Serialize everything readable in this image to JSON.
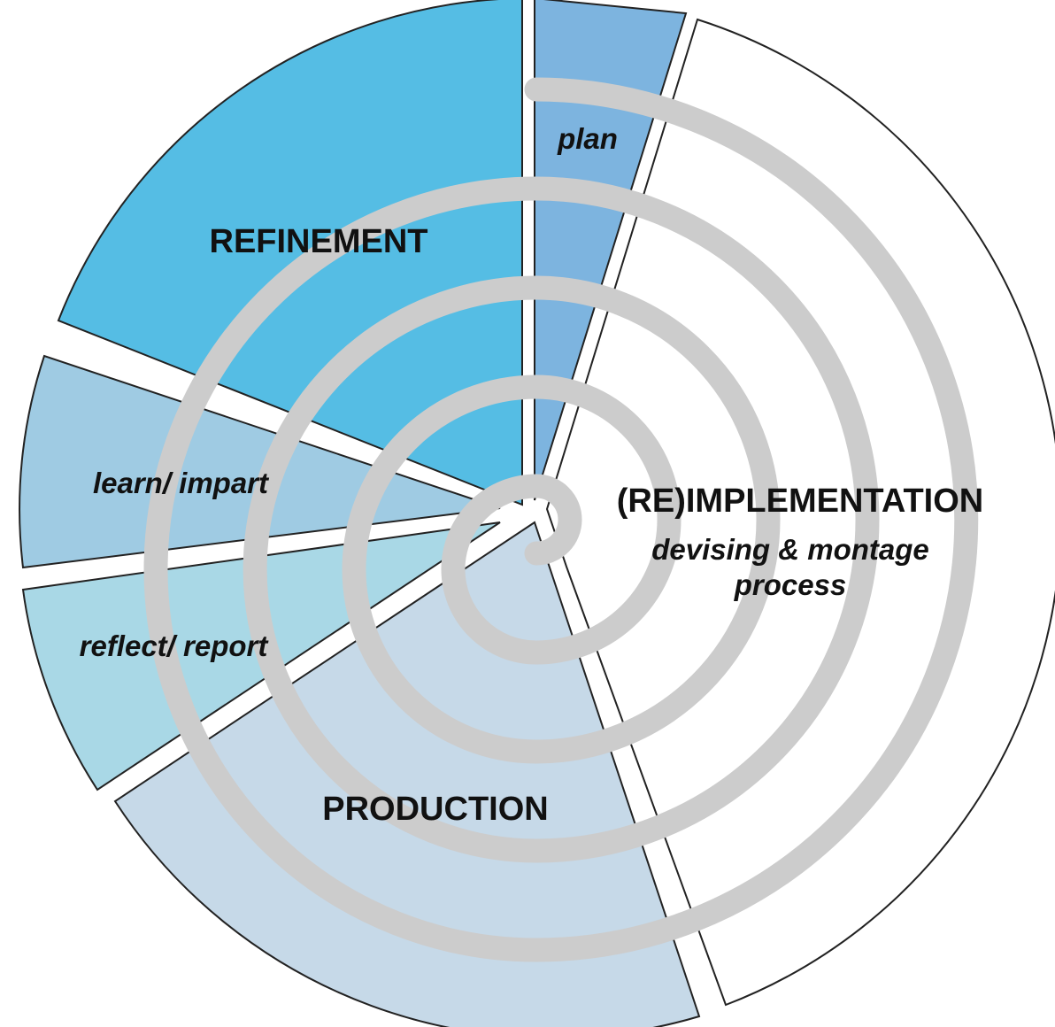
{
  "diagram": {
    "segments": [
      {
        "id": "plan",
        "label": "plan",
        "style": "sub",
        "color": "#7db4df"
      },
      {
        "id": "reimplementation",
        "label": "(RE)IMPLEMENTATION",
        "sublines": [
          "devising & montage",
          "process"
        ],
        "style": "main",
        "color": "#ffffff"
      },
      {
        "id": "production",
        "label": "PRODUCTION",
        "style": "main",
        "color": "#c6d9e8"
      },
      {
        "id": "reflect",
        "label": "reflect/ report",
        "style": "sub",
        "color": "#a9d8e6"
      },
      {
        "id": "learn",
        "label": "learn/ impart",
        "style": "sub",
        "color": "#9fcbe3"
      },
      {
        "id": "refinement",
        "label": "REFINEMENT",
        "style": "main",
        "color": "#55bde4"
      }
    ],
    "spiral_color": "#cccccc",
    "outline_color": "#222222"
  }
}
